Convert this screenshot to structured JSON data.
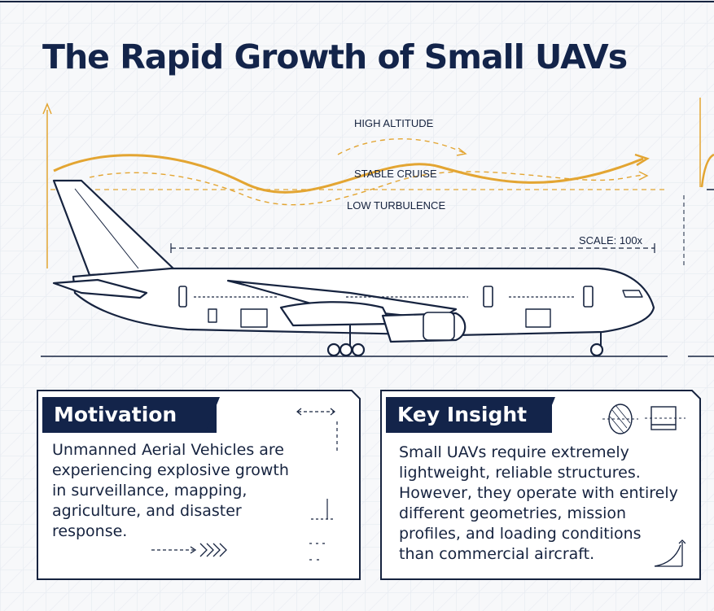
{
  "header": {
    "title": "The Rapid Growth of Small UAVs"
  },
  "diagram": {
    "flight_labels": {
      "high_altitude": "HIGH ALTITUDE",
      "stable_cruise": "STABLE CRUISE",
      "low_turbulence": "LOW TURBULENCE"
    },
    "scale_label": "SCALE: 100x",
    "colors": {
      "wave": "#e3a532",
      "outline": "#16233f",
      "grid": "#dde3ec"
    },
    "icons": [
      "airliner-icon",
      "flight-path-arrow-icon",
      "scale-dimension-icon"
    ]
  },
  "motivation": {
    "heading": "Motivation",
    "lines": [
      "Unmanned Aerial Vehicles are",
      "experiencing explosive growth",
      "in surveillance, mapping,",
      "agriculture, and disaster",
      "response."
    ]
  },
  "key_insight": {
    "heading": "Key Insight",
    "lines": [
      "Small UAVs require extremely",
      "lightweight, reliable structures.",
      "However, they operate with entirely",
      "different geometries, mission",
      "profiles, and loading conditions",
      "than commercial aircraft."
    ]
  }
}
